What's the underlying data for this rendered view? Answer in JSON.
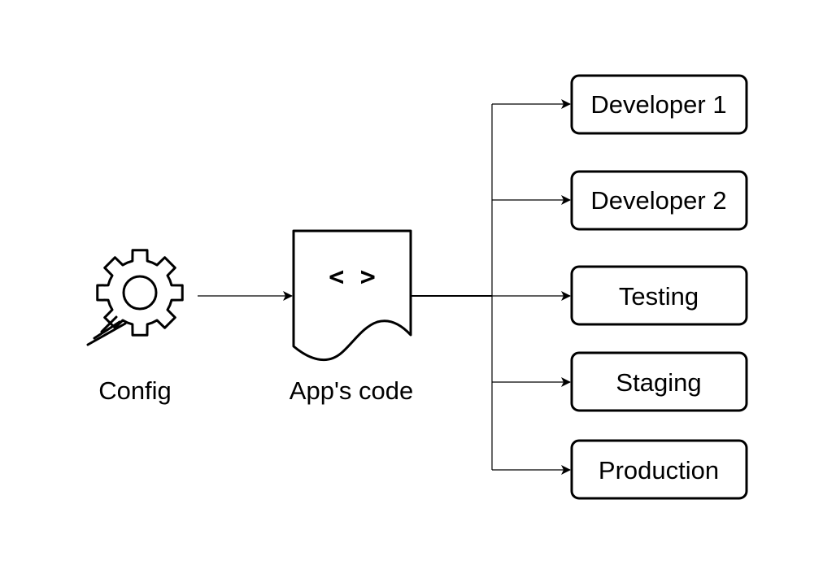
{
  "diagram": {
    "source": {
      "label": "Config",
      "icon": "gear-config-icon"
    },
    "app": {
      "label": "App's code",
      "code_glyph": "< >",
      "icon": "code-document-icon"
    },
    "targets": [
      {
        "label": "Developer 1"
      },
      {
        "label": "Developer 2"
      },
      {
        "label": "Testing"
      },
      {
        "label": "Staging"
      },
      {
        "label": "Production"
      }
    ],
    "colors": {
      "stroke": "#000000",
      "background": "#ffffff"
    }
  }
}
